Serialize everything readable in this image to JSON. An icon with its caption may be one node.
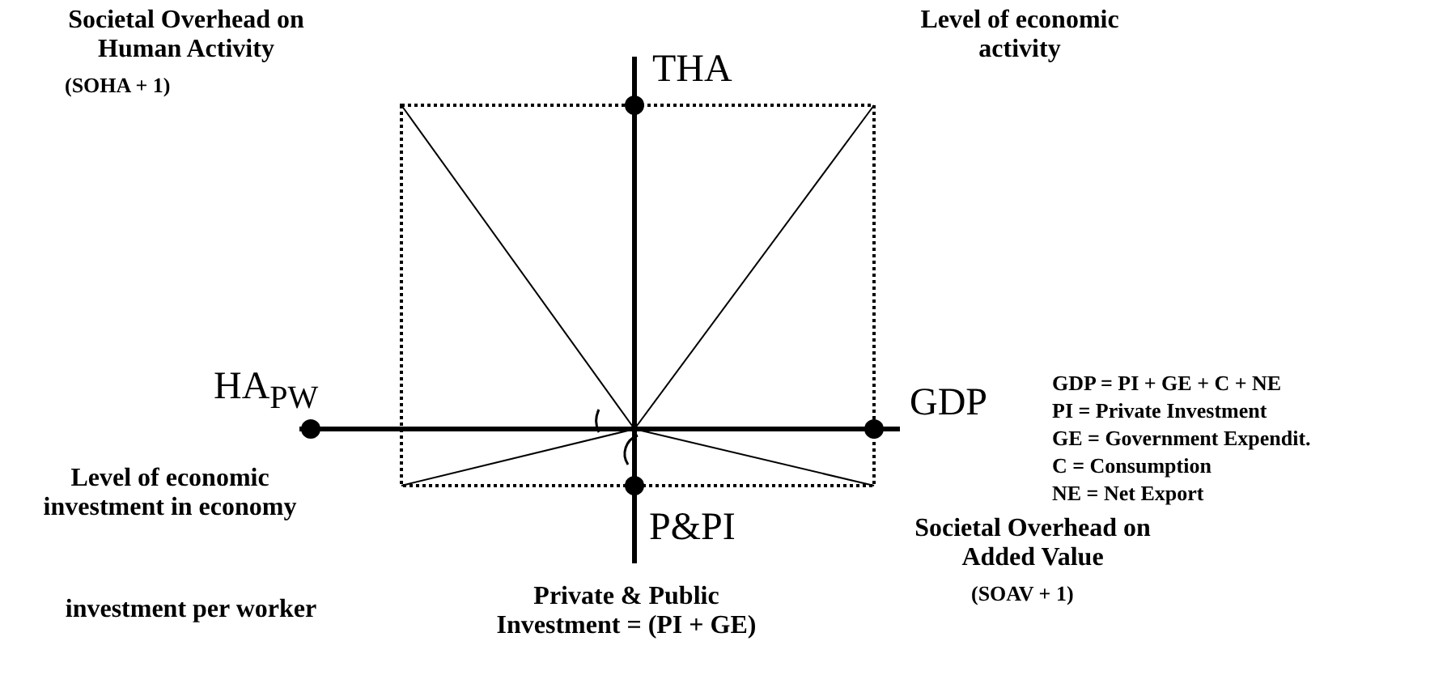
{
  "diagram": {
    "labels": [
      "Societal Overhead on Human Activity",
      "(SOHA + 1)",
      "THA",
      "Level of economic activity",
      "HA$_{PW}$",
      "GDP",
      "GDP = PI + GE + C + NE",
      "PI = Private Investment",
      "GE = Government Expendit.",
      "C = Consumption",
      "NE = Net Export",
      "Level of economic investment in economy",
      "P&PI",
      "Societal Overhead on Added Value",
      "(SOAV + 1)",
      "investment per worker",
      "Private & Public Investment = (PI + GE)"
    ]
  }
}
